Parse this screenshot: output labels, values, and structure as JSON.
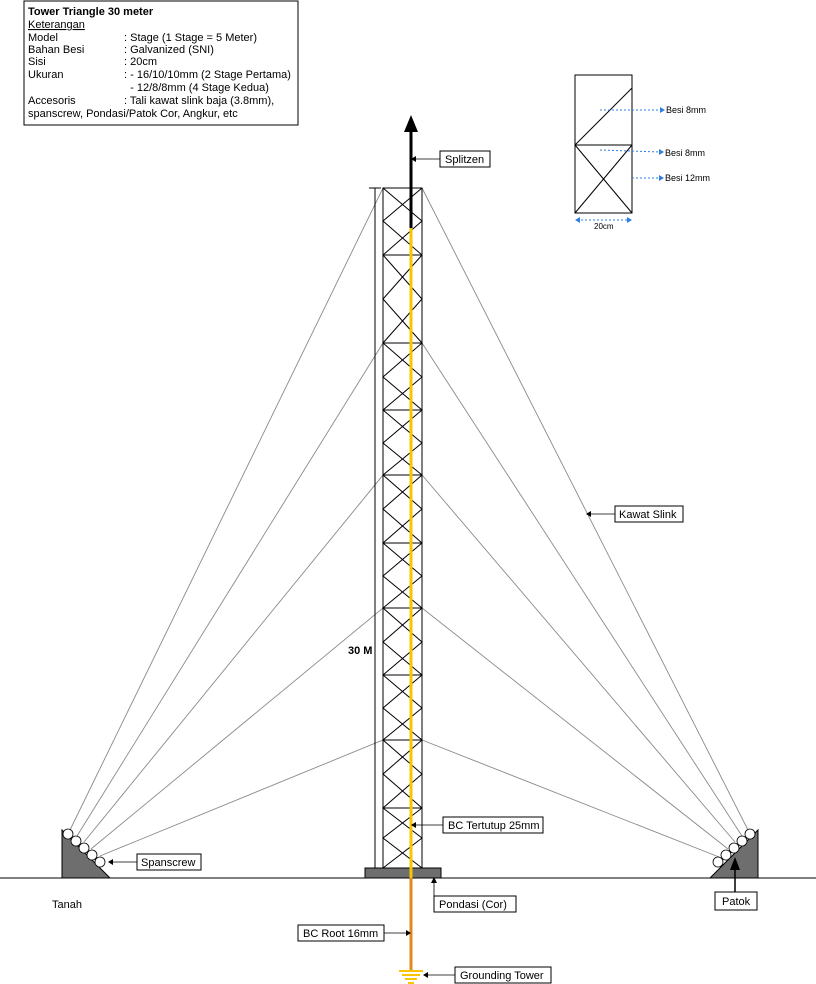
{
  "info_box": {
    "title": "Tower Triangle 30 meter",
    "heading": "Keterangan",
    "rows": [
      {
        "key": "Model",
        "value": ": Stage (1 Stage = 5 Meter)"
      },
      {
        "key": "Bahan Besi",
        "value": ": Galvanized (SNI)"
      },
      {
        "key": "Sisi",
        "value": ": 20cm"
      },
      {
        "key": "Ukuran",
        "value": ": - 16/10/10mm (2 Stage Pertama)"
      },
      {
        "key": "",
        "value": "  - 12/8/8mm (4 Stage Kedua)"
      },
      {
        "key": "Accesoris",
        "value": ": Tali kawat slink baja (3.8mm),"
      }
    ],
    "last_line": "spanscrew, Pondasi/Patok Cor, Angkur, etc"
  },
  "detail": {
    "besi_8mm_top": "Besi 8mm",
    "besi_8mm_mid": "Besi 8mm",
    "besi_12mm": "Besi 12mm",
    "width": "20cm"
  },
  "labels": {
    "splitzen": "Splitzen",
    "kawat_slink": "Kawat Slink",
    "height": "30 M",
    "bc_tertutup": "BC Tertutup 25mm",
    "spanscrew": "Spanscrew",
    "tanah": "Tanah",
    "pondasi": "Pondasi (Cor)",
    "patok": "Patok",
    "bc_root": "BC Root 16mm",
    "grounding": "Grounding Tower"
  },
  "colors": {
    "conductor": "#f7c600",
    "root": "#e08a1e",
    "guy_wire": "#8a8a8a",
    "foundation": "#6e6e6e",
    "dimension_arrow": "#2f7fe0"
  }
}
